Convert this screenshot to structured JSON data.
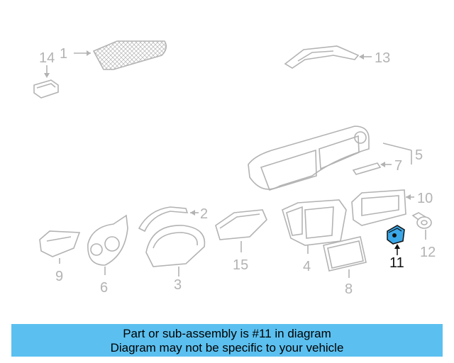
{
  "diagram": {
    "part_labels": [
      "1",
      "2",
      "3",
      "4",
      "5",
      "6",
      "7",
      "8",
      "9",
      "10",
      "11",
      "12",
      "13",
      "14",
      "15"
    ],
    "highlighted_part": "11",
    "colors": {
      "line_gray": "#b3b3b3",
      "highlight_blue": "#3aa7e8",
      "banner_bg": "#5bc0f0"
    }
  },
  "banner": {
    "line1": "Part or sub-assembly is #11 in diagram",
    "line2": "Diagram may not be specific to your vehicle"
  }
}
